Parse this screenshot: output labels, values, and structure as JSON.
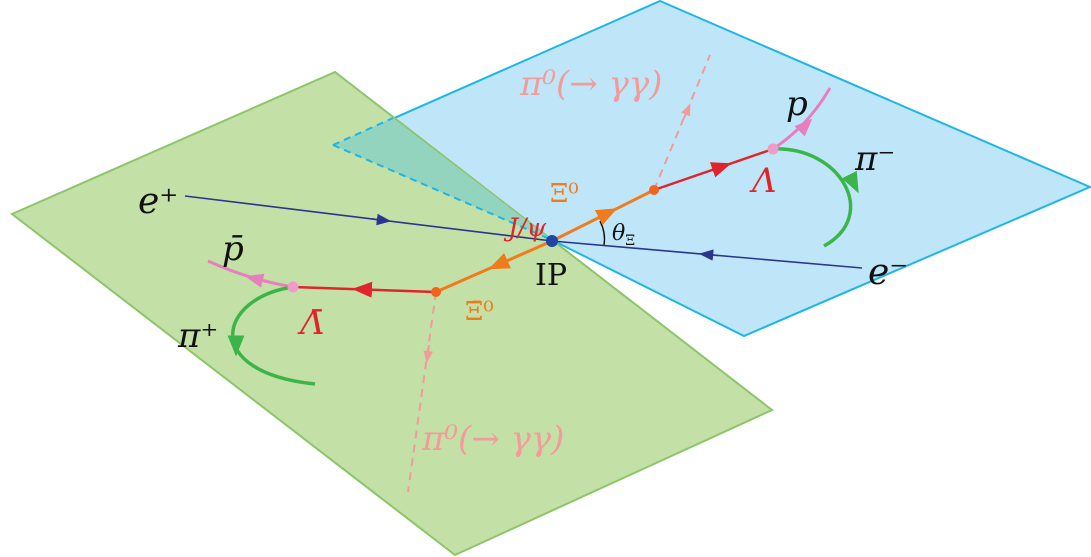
{
  "labels": {
    "e_plus": "e⁺",
    "e_minus": "e⁻",
    "jpsi": "J/ψ",
    "ip": "IP",
    "xi0": "Ξ⁰",
    "xi0_bar": "Ξ̄⁰",
    "lambda": "Λ",
    "lambda_bar": "Λ̄",
    "proton": "p",
    "antiproton": "p̄",
    "pi_minus": "π⁻",
    "pi_plus": "π⁺",
    "theta": "θ",
    "theta_sub": "Ξ",
    "pi0_top": "π⁰(→ γγ)",
    "pi0_bottom": "π⁰(→ γγ)"
  },
  "colors": {
    "green_plane_fill": "#c3e0a7",
    "green_plane_edge": "#8cc56a",
    "blue_plane_fill": "#bfe6f8",
    "blue_plane_edge": "#1eb6e6",
    "overlap_fill": "#8fd3be",
    "beam": "#2a3590",
    "xi_track": "#f07b1c",
    "lambda_track": "#e0242b",
    "pion_track": "#3bb54a",
    "proton_track": "#e77fbe",
    "pi0_track": "#f39a9a",
    "ip_dot": "#1f45a6"
  }
}
